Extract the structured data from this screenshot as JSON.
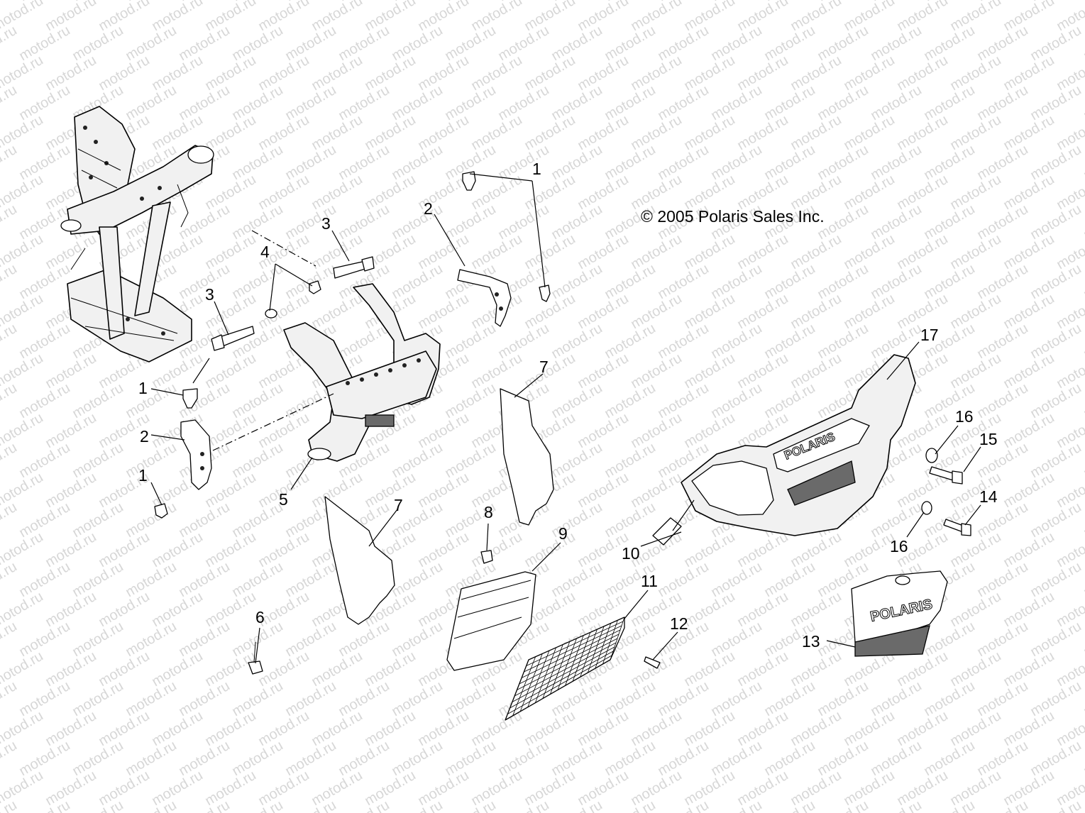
{
  "copyright": "© 2005 Polaris Sales Inc.",
  "watermark": "motod.ru",
  "logo_text": "POLARIS",
  "callouts": [
    "1",
    "2",
    "3",
    "4",
    "5",
    "6",
    "7",
    "8",
    "9",
    "10",
    "11",
    "12",
    "13",
    "14",
    "15",
    "16",
    "17"
  ]
}
